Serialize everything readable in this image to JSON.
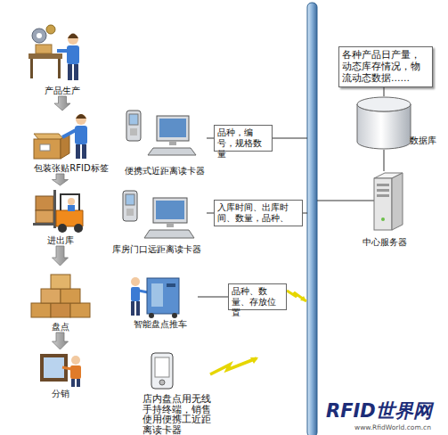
{
  "diagram": {
    "nodes": [
      {
        "text": [
          "产品生产"
        ]
      },
      {
        "text": [
          "包装张贴RFID标签"
        ]
      },
      {
        "text": [
          "便携式近距离读卡器"
        ]
      },
      {
        "text": [
          "品种，编号，规格数量"
        ]
      },
      {
        "text": [
          "进出库"
        ]
      },
      {
        "text": [
          "库房门口远距离读卡器"
        ]
      },
      {
        "text": [
          "入库时间、出库时间、数量，品种、"
        ]
      },
      {
        "text": [
          "盘点"
        ]
      },
      {
        "text": [
          "智能盘点推车"
        ]
      },
      {
        "text": [
          "品种、数量、存放位置"
        ]
      },
      {
        "text": [
          "分销"
        ]
      },
      {
        "text": [
          "店内盘点用无线手持终端，销售使用便携工近距离读卡器"
        ]
      },
      {
        "text": [
          "各种产品日产量，动态库存情况，物流动态数据……"
        ]
      },
      {
        "text": [
          "数据库"
        ]
      },
      {
        "text": [
          "中心服务器"
        ]
      }
    ],
    "edges": [
      {
        "from": 0,
        "to": 1,
        "arrow": "to"
      },
      {
        "from": 1,
        "to": 4,
        "arrow": "to"
      },
      {
        "from": 4,
        "to": 7,
        "arrow": "to"
      },
      {
        "from": 7,
        "to": 10,
        "arrow": "to"
      },
      {
        "from": 2,
        "to": 3,
        "arrow": "none"
      },
      {
        "from": 5,
        "to": 6,
        "arrow": "none"
      },
      {
        "from": 8,
        "to": 9,
        "arrow": "none"
      },
      {
        "from": 12,
        "to": 13,
        "arrow": "none"
      },
      {
        "from": 13,
        "to": 14,
        "arrow": "none"
      }
    ],
    "labels": [
      "RFID世界网",
      "www.RfidWorld.com.cn"
    ]
  }
}
